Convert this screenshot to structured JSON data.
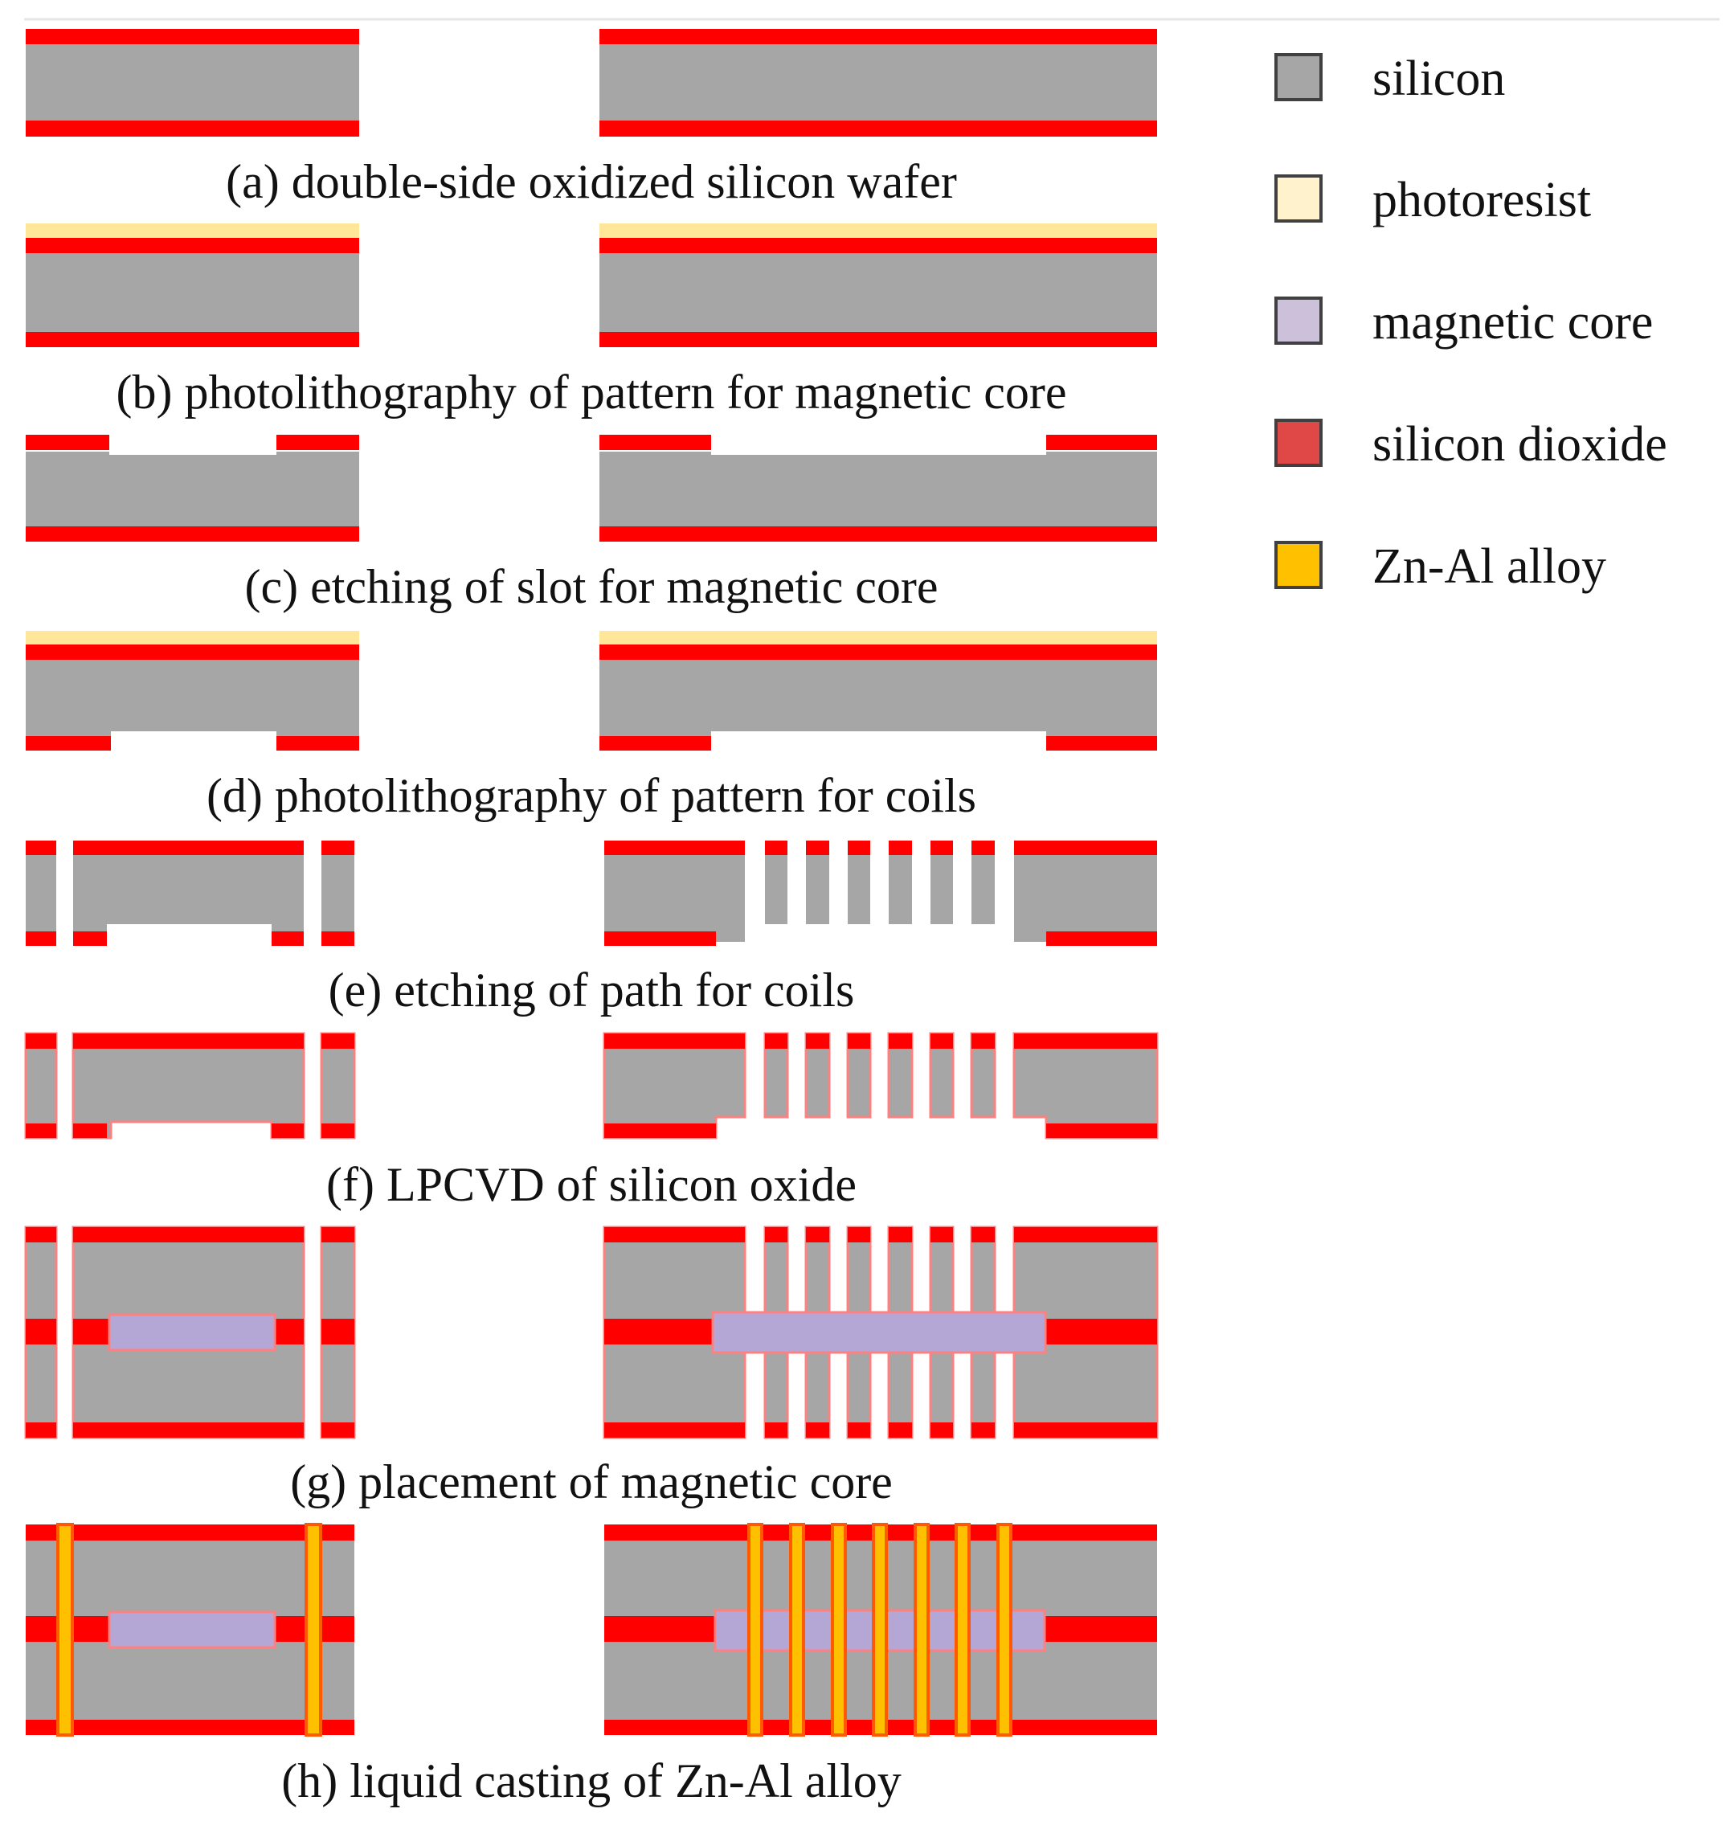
{
  "steps": [
    {
      "id": "a",
      "caption": "(a) double-side oxidized silicon wafer"
    },
    {
      "id": "b",
      "caption": "(b) photolithography of pattern for magnetic core"
    },
    {
      "id": "c",
      "caption": "(c) etching of slot for magnetic core"
    },
    {
      "id": "d",
      "caption": "(d) photolithography of pattern for coils"
    },
    {
      "id": "e",
      "caption": "(e) etching of path for coils"
    },
    {
      "id": "f",
      "caption": "(f) LPCVD of silicon oxide"
    },
    {
      "id": "g",
      "caption": "(g) placement of magnetic core"
    },
    {
      "id": "h",
      "caption": "(h) liquid casting of Zn-Al alloy"
    }
  ],
  "legend": [
    {
      "key": "silicon",
      "label": "silicon",
      "color": "#a6a6a6"
    },
    {
      "key": "photoresist",
      "label": "photoresist",
      "color": "#fff2cc"
    },
    {
      "key": "magnetic-core",
      "label": "magnetic core",
      "color": "#ccc0da"
    },
    {
      "key": "silicon-dioxide",
      "label": "silicon dioxide",
      "color": "#e04848"
    },
    {
      "key": "zn-al-alloy",
      "label": "Zn-Al alloy",
      "color": "#ffc000"
    }
  ],
  "colors": {
    "silicon": "#a6a6a6",
    "oxide": "#ff0000",
    "oxide_thin": "#ff8080",
    "photoresist": "#ffe699",
    "magnetic_core": "#b4a7d6",
    "alloy": "#ffc000",
    "alloy_edge": "#ff5a00"
  }
}
